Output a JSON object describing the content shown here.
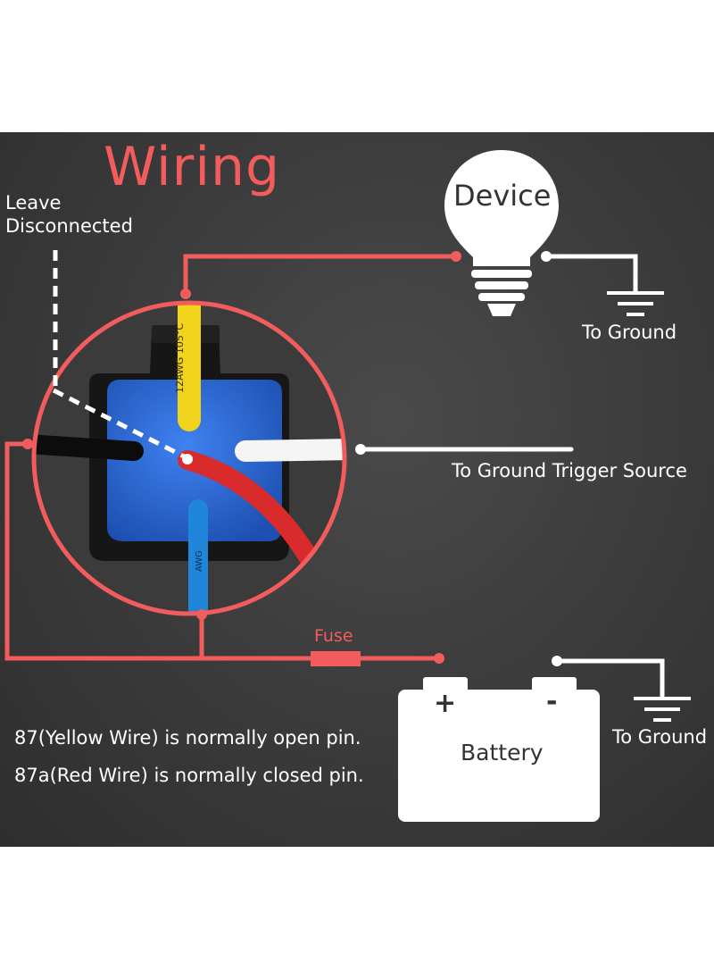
{
  "title": "Wiring",
  "leave_disconnected": {
    "line1": "Leave",
    "line2": "Disconnected"
  },
  "device_label": "Device",
  "ground_label_device": "To Ground",
  "trigger_label": "To Ground Trigger Source",
  "fuse_label": "Fuse",
  "ground_label_battery": "To Ground",
  "battery": {
    "label": "Battery",
    "plus": "+",
    "minus": "-"
  },
  "notes": [
    "87(Yellow Wire) is normally open pin.",
    "87a(Red Wire) is normally closed pin."
  ],
  "wire_prints": {
    "yellow": "12AWG  105°C",
    "blue": "AWG"
  },
  "colors": {
    "accent": "#f25c5c",
    "background": "#3a3a3a",
    "relay_blue": "#2f6bd6",
    "wire_yellow": "#f2d31b",
    "wire_red": "#d92b2b",
    "wire_blue": "#1f86d9",
    "wire_black": "#111111",
    "wire_white": "#f5f5f5"
  }
}
